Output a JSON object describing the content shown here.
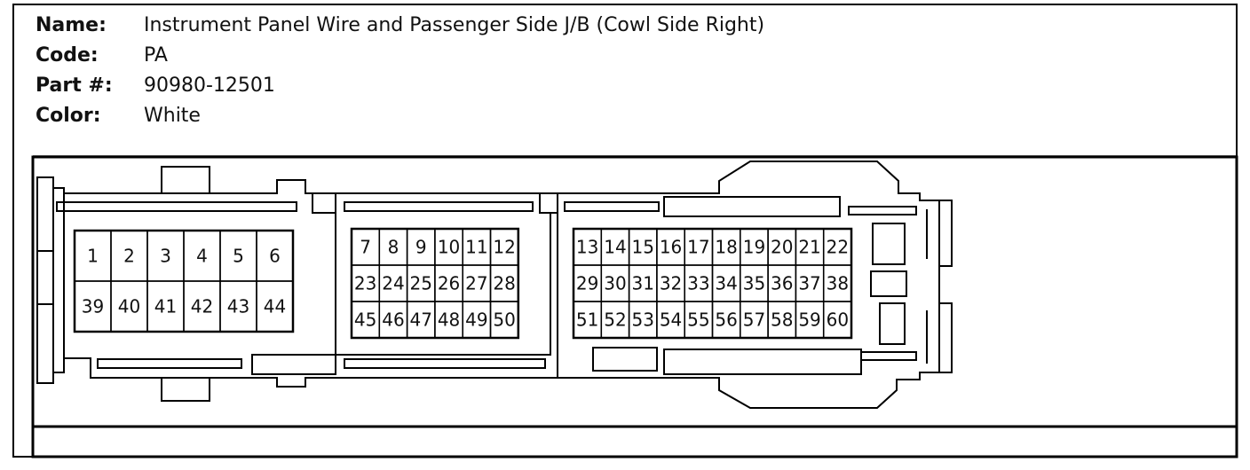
{
  "info": [
    {
      "label": "Name:",
      "value": "Instrument Panel Wire and Passenger Side J/B (Cowl Side Right)"
    },
    {
      "label": "Code:",
      "value": "PA"
    },
    {
      "label": "Part #:",
      "value": "90980-12501"
    },
    {
      "label": "Color:",
      "value": "White"
    }
  ],
  "connector": {
    "blocks": [
      {
        "id": "left",
        "rows": [
          [
            "1",
            "2",
            "3",
            "4",
            "5",
            "6"
          ],
          [
            "39",
            "40",
            "41",
            "42",
            "43",
            "44"
          ]
        ]
      },
      {
        "id": "middle",
        "rows": [
          [
            "7",
            "8",
            "9",
            "10",
            "11",
            "12"
          ],
          [
            "23",
            "24",
            "25",
            "26",
            "27",
            "28"
          ],
          [
            "45",
            "46",
            "47",
            "48",
            "49",
            "50"
          ]
        ]
      },
      {
        "id": "right",
        "rows": [
          [
            "13",
            "14",
            "15",
            "16",
            "17",
            "18",
            "19",
            "20",
            "21",
            "22"
          ],
          [
            "29",
            "30",
            "31",
            "32",
            "33",
            "34",
            "35",
            "36",
            "37",
            "38"
          ],
          [
            "51",
            "52",
            "53",
            "54",
            "55",
            "56",
            "57",
            "58",
            "59",
            "60"
          ]
        ]
      }
    ]
  },
  "colors": {
    "stroke": "#000000",
    "background": "#ffffff",
    "text": "#111111"
  }
}
